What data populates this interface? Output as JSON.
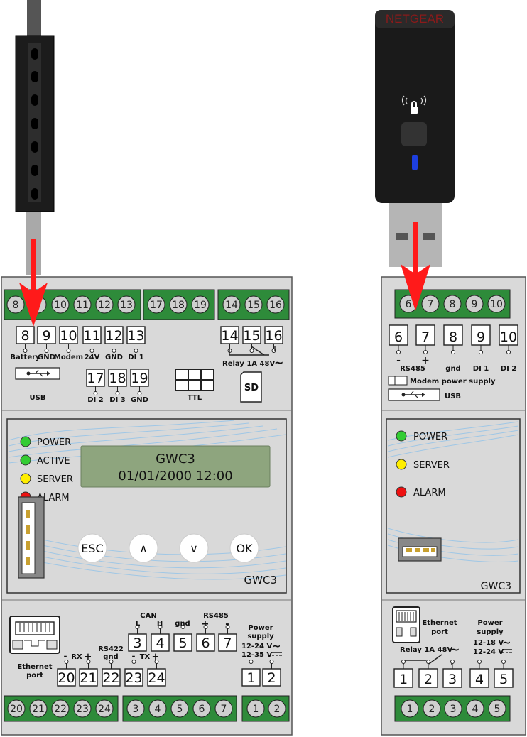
{
  "usb_modem": {
    "brand": "NETGEAR",
    "icon": "wifi-lock-icon",
    "led_color": "#1d3fe0"
  },
  "colors": {
    "terminal_green": "#2e8b3a",
    "housing": "#d9d9d9",
    "lcd": "#8ea57e",
    "arrow": "#ff1a1a",
    "led_green": "#33cc33",
    "led_yellow": "#ffee00",
    "led_red": "#ee1111"
  },
  "gwc3_main": {
    "top_strip": [
      "8",
      "9",
      "10",
      "11",
      "12",
      "13",
      "17",
      "18",
      "19",
      "14",
      "15",
      "16"
    ],
    "top_terminals": [
      {
        "num": "8",
        "label": "Battery"
      },
      {
        "num": "9",
        "label": "GND"
      },
      {
        "num": "10",
        "label": "Modem"
      },
      {
        "num": "11",
        "label": "24V"
      },
      {
        "num": "12",
        "label": "GND"
      },
      {
        "num": "13",
        "label": "DI 1"
      },
      {
        "num": "14",
        "label": ""
      },
      {
        "num": "15",
        "label": ""
      },
      {
        "num": "16",
        "label": ""
      },
      {
        "num": "17",
        "label": "DI 2"
      },
      {
        "num": "18",
        "label": "DI 3"
      },
      {
        "num": "19",
        "label": "GND"
      }
    ],
    "relay_label": "Relay 1A 48V",
    "usb_label": "USB",
    "ttl_label": "TTL",
    "sd_label": "SD",
    "leds": [
      {
        "label": "POWER",
        "color": "green"
      },
      {
        "label": "ACTIVE",
        "color": "green"
      },
      {
        "label": "SERVER",
        "color": "yellow"
      },
      {
        "label": "ALARM",
        "color": "red"
      }
    ],
    "lcd_line1": "GWC3",
    "lcd_line2": "01/01/2000 12:00",
    "buttons": [
      "ESC",
      "∧",
      "∨",
      "OK"
    ],
    "model": "GWC3",
    "bottom": {
      "can_label": "CAN",
      "can_l": "L",
      "can_h": "H",
      "gnd_label": "gnd",
      "rs485_label": "RS485",
      "rs485_plus": "+",
      "rs485_minus": "-",
      "power_label_1": "Power",
      "power_label_2": "supply",
      "power_ac": "12-24 V",
      "power_dc": "12-35 V",
      "ethernet_1": "Ethernet",
      "ethernet_2": "port",
      "rx_minus": "-",
      "rx_label": "RX",
      "rx_plus": "+",
      "rs422_label": "RS422",
      "rs422_gnd": "gnd",
      "tx_minus": "-",
      "tx_label": "TX",
      "tx_plus": "+",
      "terminals_upper": [
        "3",
        "4",
        "5",
        "6",
        "7"
      ],
      "terminals_lower": [
        "20",
        "21",
        "22",
        "23",
        "24"
      ],
      "terminals_power": [
        "1",
        "2"
      ]
    },
    "bottom_strip": [
      "20",
      "21",
      "22",
      "23",
      "24",
      "3",
      "4",
      "5",
      "6",
      "7",
      "1",
      "2"
    ]
  },
  "gwc3_small": {
    "top_strip": [
      "6",
      "7",
      "8",
      "9",
      "10"
    ],
    "terminals": [
      {
        "num": "6",
        "label": "-"
      },
      {
        "num": "7",
        "label": "+"
      },
      {
        "num": "8",
        "label": "gnd"
      },
      {
        "num": "9",
        "label": "DI 1"
      },
      {
        "num": "10",
        "label": "DI 2"
      }
    ],
    "rs485_label": "RS485",
    "modem_power_label": "Modem power supply",
    "usb_label": "USB",
    "leds": [
      {
        "label": "POWER",
        "color": "green"
      },
      {
        "label": "SERVER",
        "color": "yellow"
      },
      {
        "label": "ALARM",
        "color": "red"
      }
    ],
    "model": "GWC3",
    "bottom": {
      "ethernet_1": "Ethernet",
      "ethernet_2": "port",
      "power_label_1": "Power",
      "power_label_2": "supply",
      "power_ac": "12-18 V",
      "power_dc": "12-24 V",
      "relay_label": "Relay 1A 48V",
      "terminals": [
        "1",
        "2",
        "3",
        "4",
        "5"
      ]
    },
    "bottom_strip": [
      "1",
      "2",
      "3",
      "4",
      "5"
    ]
  }
}
